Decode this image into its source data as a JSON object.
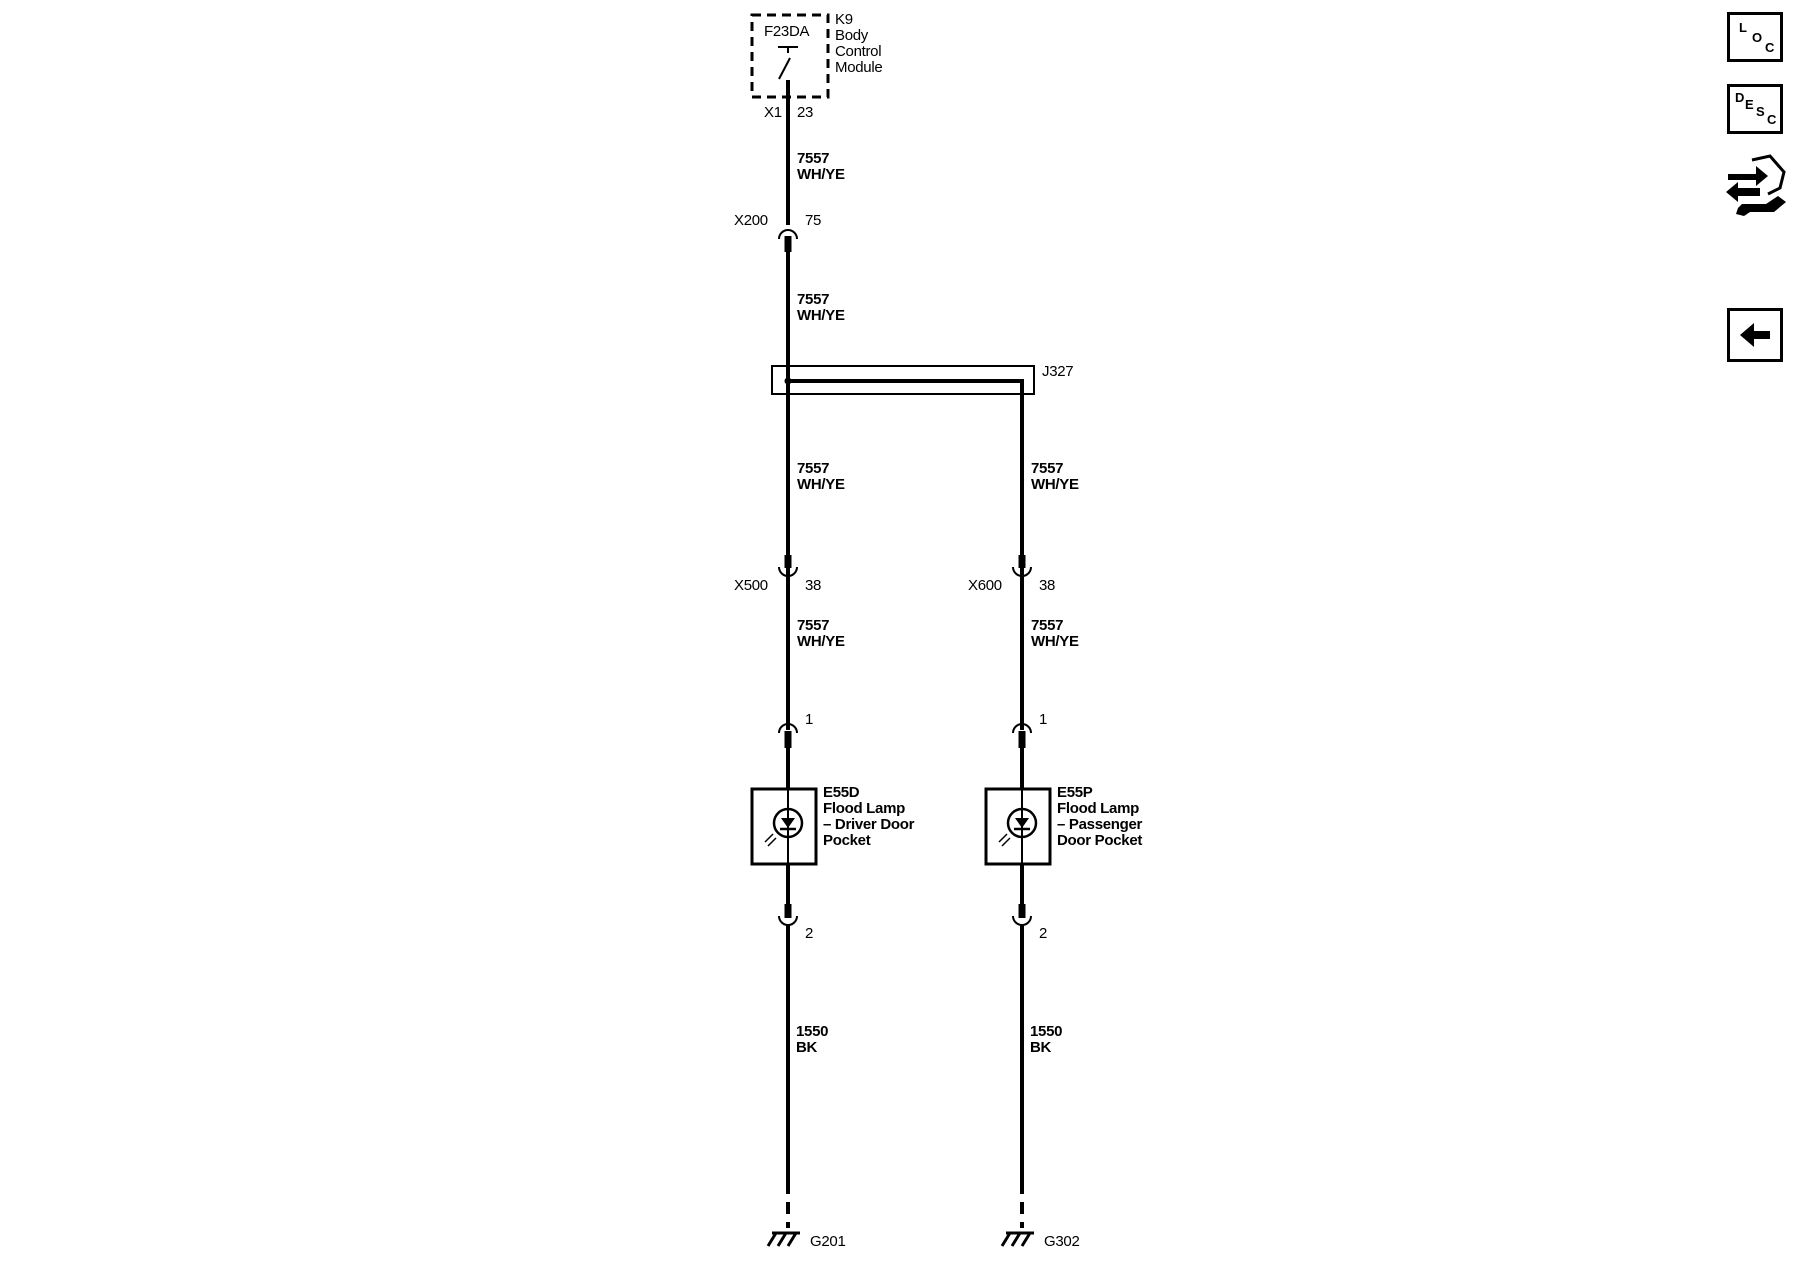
{
  "module": {
    "fuse_id": "F23DA",
    "name_lines": [
      "K9",
      "Body",
      "Control",
      "Module"
    ],
    "connector": "X1",
    "pin": "23"
  },
  "wire_upper": {
    "circuit": "7557",
    "color": "WH/YE"
  },
  "x200": {
    "connector": "X200",
    "pin": "75"
  },
  "wire_mid": {
    "circuit": "7557",
    "color": "WH/YE"
  },
  "splice": {
    "id": "J327"
  },
  "left_branch": {
    "wire_a": {
      "circuit": "7557",
      "color": "WH/YE"
    },
    "inline_connector": {
      "connector": "X500",
      "pin": "38"
    },
    "wire_b": {
      "circuit": "7557",
      "color": "WH/YE"
    },
    "lamp_pin_top": "1",
    "lamp": {
      "lines": [
        "E55D",
        "Flood Lamp",
        "– Driver Door",
        "Pocket"
      ]
    },
    "lamp_pin_bottom": "2",
    "ground_wire": {
      "circuit": "1550",
      "color": "BK"
    },
    "ground": "G201"
  },
  "right_branch": {
    "wire_a": {
      "circuit": "7557",
      "color": "WH/YE"
    },
    "inline_connector": {
      "connector": "X600",
      "pin": "38"
    },
    "wire_b": {
      "circuit": "7557",
      "color": "WH/YE"
    },
    "lamp_pin_top": "1",
    "lamp": {
      "lines": [
        "E55P",
        "Flood Lamp",
        "– Passenger",
        "Door Pocket"
      ]
    },
    "lamp_pin_bottom": "2",
    "ground_wire": {
      "circuit": "1550",
      "color": "BK"
    },
    "ground": "G302"
  },
  "nav": {
    "loc": {
      "l": "L",
      "o": "O",
      "c": "C"
    },
    "desc": {
      "d": "D",
      "e": "E",
      "s": "S",
      "c": "C"
    },
    "tools_icon": "wrench-arrows-icon",
    "back_icon": "back-arrow-icon"
  }
}
